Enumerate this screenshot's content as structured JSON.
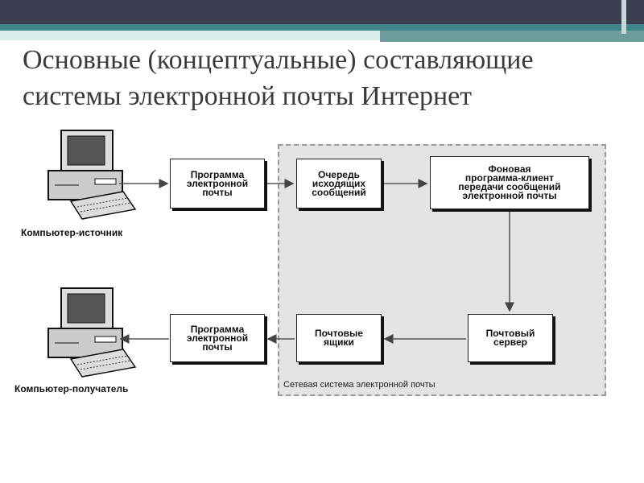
{
  "slide": {
    "title": "Основные (концептуальные) составляющие системы электронной почты Интернет"
  },
  "diagram": {
    "network_label": "Сетевая система электронной почты",
    "source_caption": "Компьютер-источник",
    "dest_caption": "Компьютер-получатель",
    "boxes": {
      "mail_program_top": "Программа\nэлектронной\nпочты",
      "outgoing_queue": "Очередь\nисходящих\nсообщений",
      "background_client": "Фоновая\nпрограмма-клиент\nпередачи сообщений\nэлектронной почты",
      "mail_server": "Почтовый\nсервер",
      "mailboxes": "Почтовые\nящики",
      "mail_program_bottom": "Программа\nэлектронной\nпочты"
    }
  },
  "icons": {
    "source_computer": "desktop-computer-icon",
    "dest_computer": "desktop-computer-icon"
  },
  "colors": {
    "title_text": "#3a3a3a",
    "header_dark": "#3b3f4f",
    "header_teal": "#3f8588",
    "network_region": "#e4e4e4"
  }
}
